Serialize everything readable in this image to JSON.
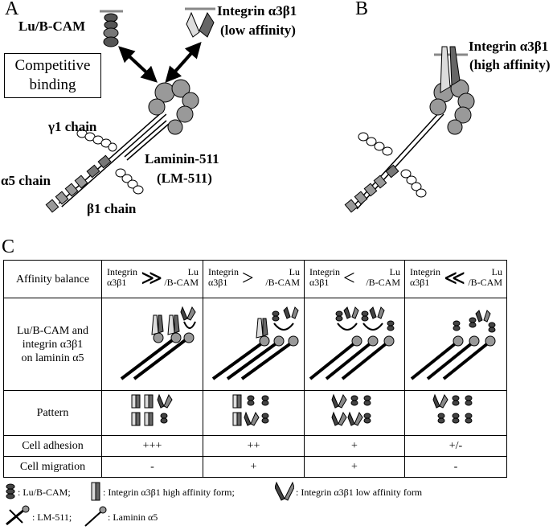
{
  "panels": {
    "a": "A",
    "b": "B",
    "c": "C"
  },
  "panel_a": {
    "lu_bcam": "Lu/B-CAM",
    "integrin_low_line1": "Integrin α3β1",
    "integrin_low_line2": "(low affinity)",
    "competitive_line1": "Competitive",
    "competitive_line2": "binding",
    "gamma1": "γ1 chain",
    "alpha5": "α5 chain",
    "beta1": "β1 chain",
    "laminin_line1": "Laminin-511",
    "laminin_line2": "(LM-511)"
  },
  "panel_b": {
    "integrin_high_line1": "Integrin α3β1",
    "integrin_high_line2": "(high affinity)"
  },
  "table": {
    "row_affinity": "Affinity balance",
    "row_lu_line1": "Lu/B-CAM and",
    "row_lu_line2": "integrin α3β1",
    "row_lu_line3": "on laminin α5",
    "row_pattern": "Pattern",
    "row_adhesion": "Cell adhesion",
    "row_migration": "Cell migration",
    "integrin_top": "Integrin",
    "integrin_bottom": "α3β1",
    "lu_top": "Lu",
    "lu_bottom": "/B-CAM",
    "ops": [
      "≫",
      ">",
      "<",
      "≪"
    ],
    "adhesion": [
      "+++",
      "++",
      "+",
      "+/-"
    ],
    "migration": [
      "-",
      "+",
      "+",
      "-"
    ]
  },
  "legend": {
    "lu": ": Lu/B-CAM;",
    "high": ": Integrin α3β1 high affinity form;",
    "low": ": Integrin α3β1 low affinity form",
    "lm511": ": LM-511;",
    "laminin_a5": ": Laminin α5"
  }
}
